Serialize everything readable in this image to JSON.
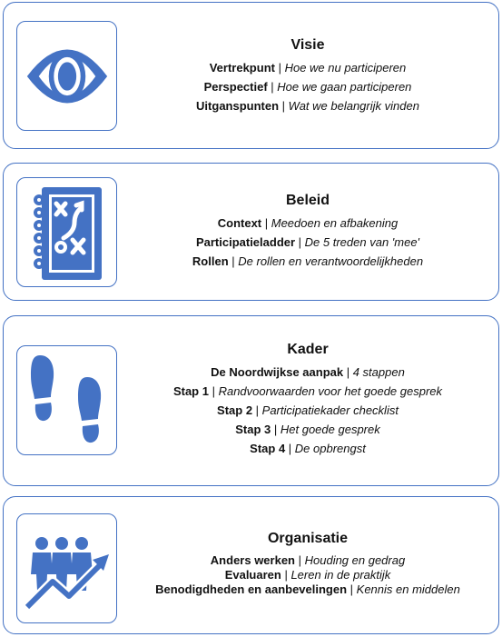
{
  "colors": {
    "accent": "#4472c4"
  },
  "cards": [
    {
      "title": "Visie",
      "icon": "eye-icon",
      "items": [
        {
          "label": "Vertrekpunt",
          "desc": "Hoe we nu participeren"
        },
        {
          "label": "Perspectief ",
          "desc": "Hoe we gaan participeren"
        },
        {
          "label": "Uitganspunten",
          "desc": "Wat we belangrijk vinden"
        }
      ]
    },
    {
      "title": "Beleid",
      "icon": "strategy-notebook-icon",
      "items": [
        {
          "label": "Context",
          "desc": "Meedoen en afbakening"
        },
        {
          "label": "Participatieladder",
          "desc": "De 5 treden van 'mee'"
        },
        {
          "label": "Rollen",
          "desc": "De rollen en verantwoordelijkheden"
        }
      ]
    },
    {
      "title": "Kader",
      "icon": "footprints-icon",
      "items": [
        {
          "label": "De Noordwijkse aanpak",
          "desc": "4 stappen"
        },
        {
          "label": "Stap 1",
          "desc": "Randvoorwaarden voor het goede gesprek"
        },
        {
          "label": "Stap 2",
          "desc": "Participatiekader checklist"
        },
        {
          "label": "Stap 3",
          "desc": "Het goede gesprek"
        },
        {
          "label": "Stap 4",
          "desc": "De opbrengst"
        }
      ]
    },
    {
      "title": "Organisatie",
      "icon": "team-growth-icon",
      "items": [
        {
          "label": "Anders werken",
          "desc": "Houding en gedrag"
        },
        {
          "label": "Evaluaren",
          "desc": "Leren in de praktijk"
        },
        {
          "label": "Benodigdheden en aanbevelingen",
          "desc": "Kennis en middelen"
        }
      ]
    }
  ],
  "separator": " | "
}
